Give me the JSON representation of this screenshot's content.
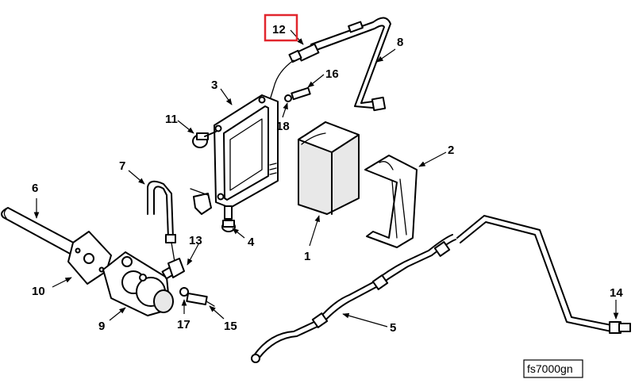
{
  "callouts": {
    "c1": "1",
    "c2": "2",
    "c3": "3",
    "c4": "4",
    "c5": "5",
    "c6": "6",
    "c7": "7",
    "c8": "8",
    "c9": "9",
    "c10": "10",
    "c11": "11",
    "c12": "12",
    "c13": "13",
    "c14": "14",
    "c15": "15",
    "c16": "16",
    "c17": "17",
    "c18": "18"
  },
  "highlighted_callout": "12",
  "highlight_color": "#e1262d",
  "figure_ref": "fs7000gn"
}
